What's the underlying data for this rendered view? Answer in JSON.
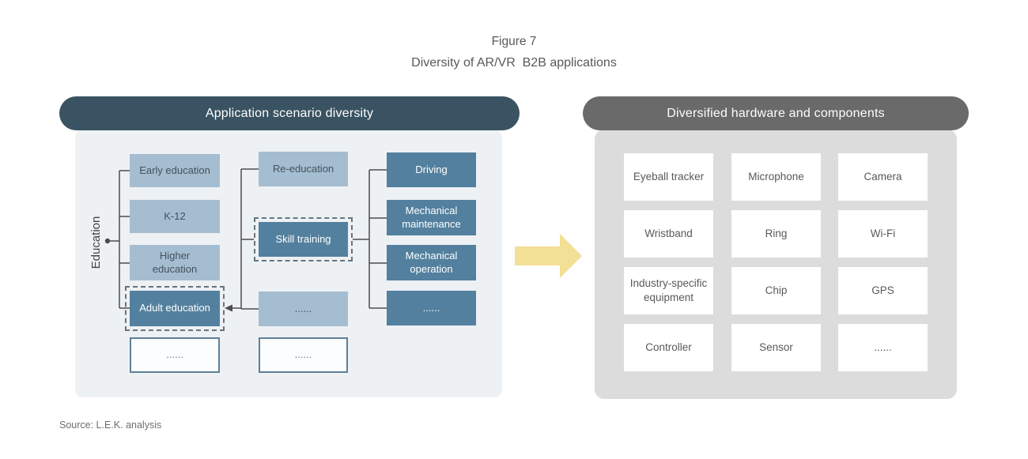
{
  "figure": {
    "label": "Figure 7",
    "title": "Diversity of AR/VR  B2B applications"
  },
  "left_panel": {
    "header": "Application scenario diversity",
    "root_label": "Education",
    "level1": [
      {
        "label": "Early education"
      },
      {
        "label": "K-12"
      },
      {
        "label": "Higher education"
      },
      {
        "label": "Adult education"
      },
      {
        "label": "......"
      }
    ],
    "level2": [
      {
        "label": "Re-education"
      },
      {
        "label": "Skill training"
      },
      {
        "label": "......"
      },
      {
        "label": "......"
      }
    ],
    "level3": [
      {
        "label": "Driving"
      },
      {
        "label": "Mechanical maintenance"
      },
      {
        "label": "Mechanical operation"
      },
      {
        "label": "......"
      }
    ]
  },
  "right_panel": {
    "header": "Diversified hardware and components",
    "components": [
      "Eyeball tracker",
      "Microphone",
      "Camera",
      "Wristband",
      "Ring",
      "Wi-Fi",
      "Industry-specific equipment",
      "Chip",
      "GPS",
      "Controller",
      "Sensor",
      "......"
    ]
  },
  "source": "Source: L.E.K. analysis",
  "colors": {
    "header_left": "#3a5362",
    "header_right": "#6a6a6a",
    "panel_left_bg": "#edf1f4",
    "panel_right_bg": "#dcdcdc",
    "light_node": "#a5bdd0",
    "dark_node": "#53809e",
    "arrow": "#f2e096",
    "connector": "#4d4d4d"
  }
}
